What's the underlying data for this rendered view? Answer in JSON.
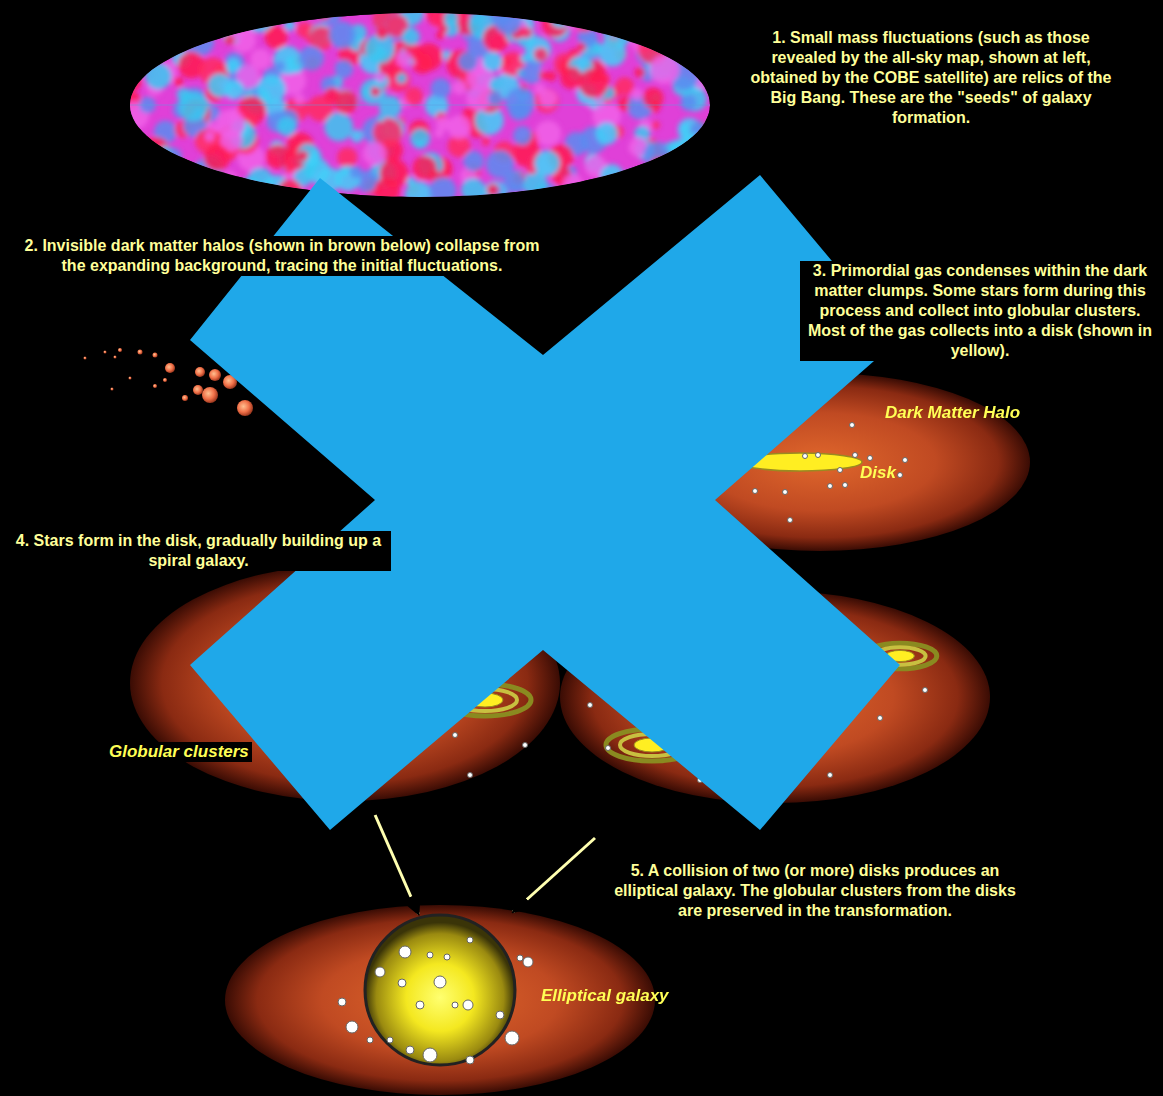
{
  "diagram": {
    "nodes": [
      {
        "text": [
          "Dark Matter Halo",
          "Disk"
        ]
      },
      {
        "text": [
          "Globular clusters"
        ]
      },
      {
        "text": [
          "Elliptical galaxy"
        ]
      }
    ],
    "edges": [
      {
        "from": 1,
        "to": 2,
        "arrow": "to"
      }
    ],
    "labels": [
      "1. Small mass fluctuations (such as those revealed by the all-sky map, shown at left, obtained by the COBE satellite) are relics of the Big Bang. These are the \"seeds\" of galaxy formation.",
      "2. Invisible dark matter halos (shown in brown below) collapse from the expanding background, tracing the initial fluctuations.",
      "3. Primordial gas condenses within the dark matter clumps. Some stars form during this process and collect into globular clusters. Most of the gas collects into a disk (shown in yellow).",
      "4. Stars form in the disk, gradually building up a spiral galaxy.",
      "5. A collision of two (or more) disks produces an elliptical galaxy. The globular clusters from the disks are preserved in the transformation."
    ]
  }
}
